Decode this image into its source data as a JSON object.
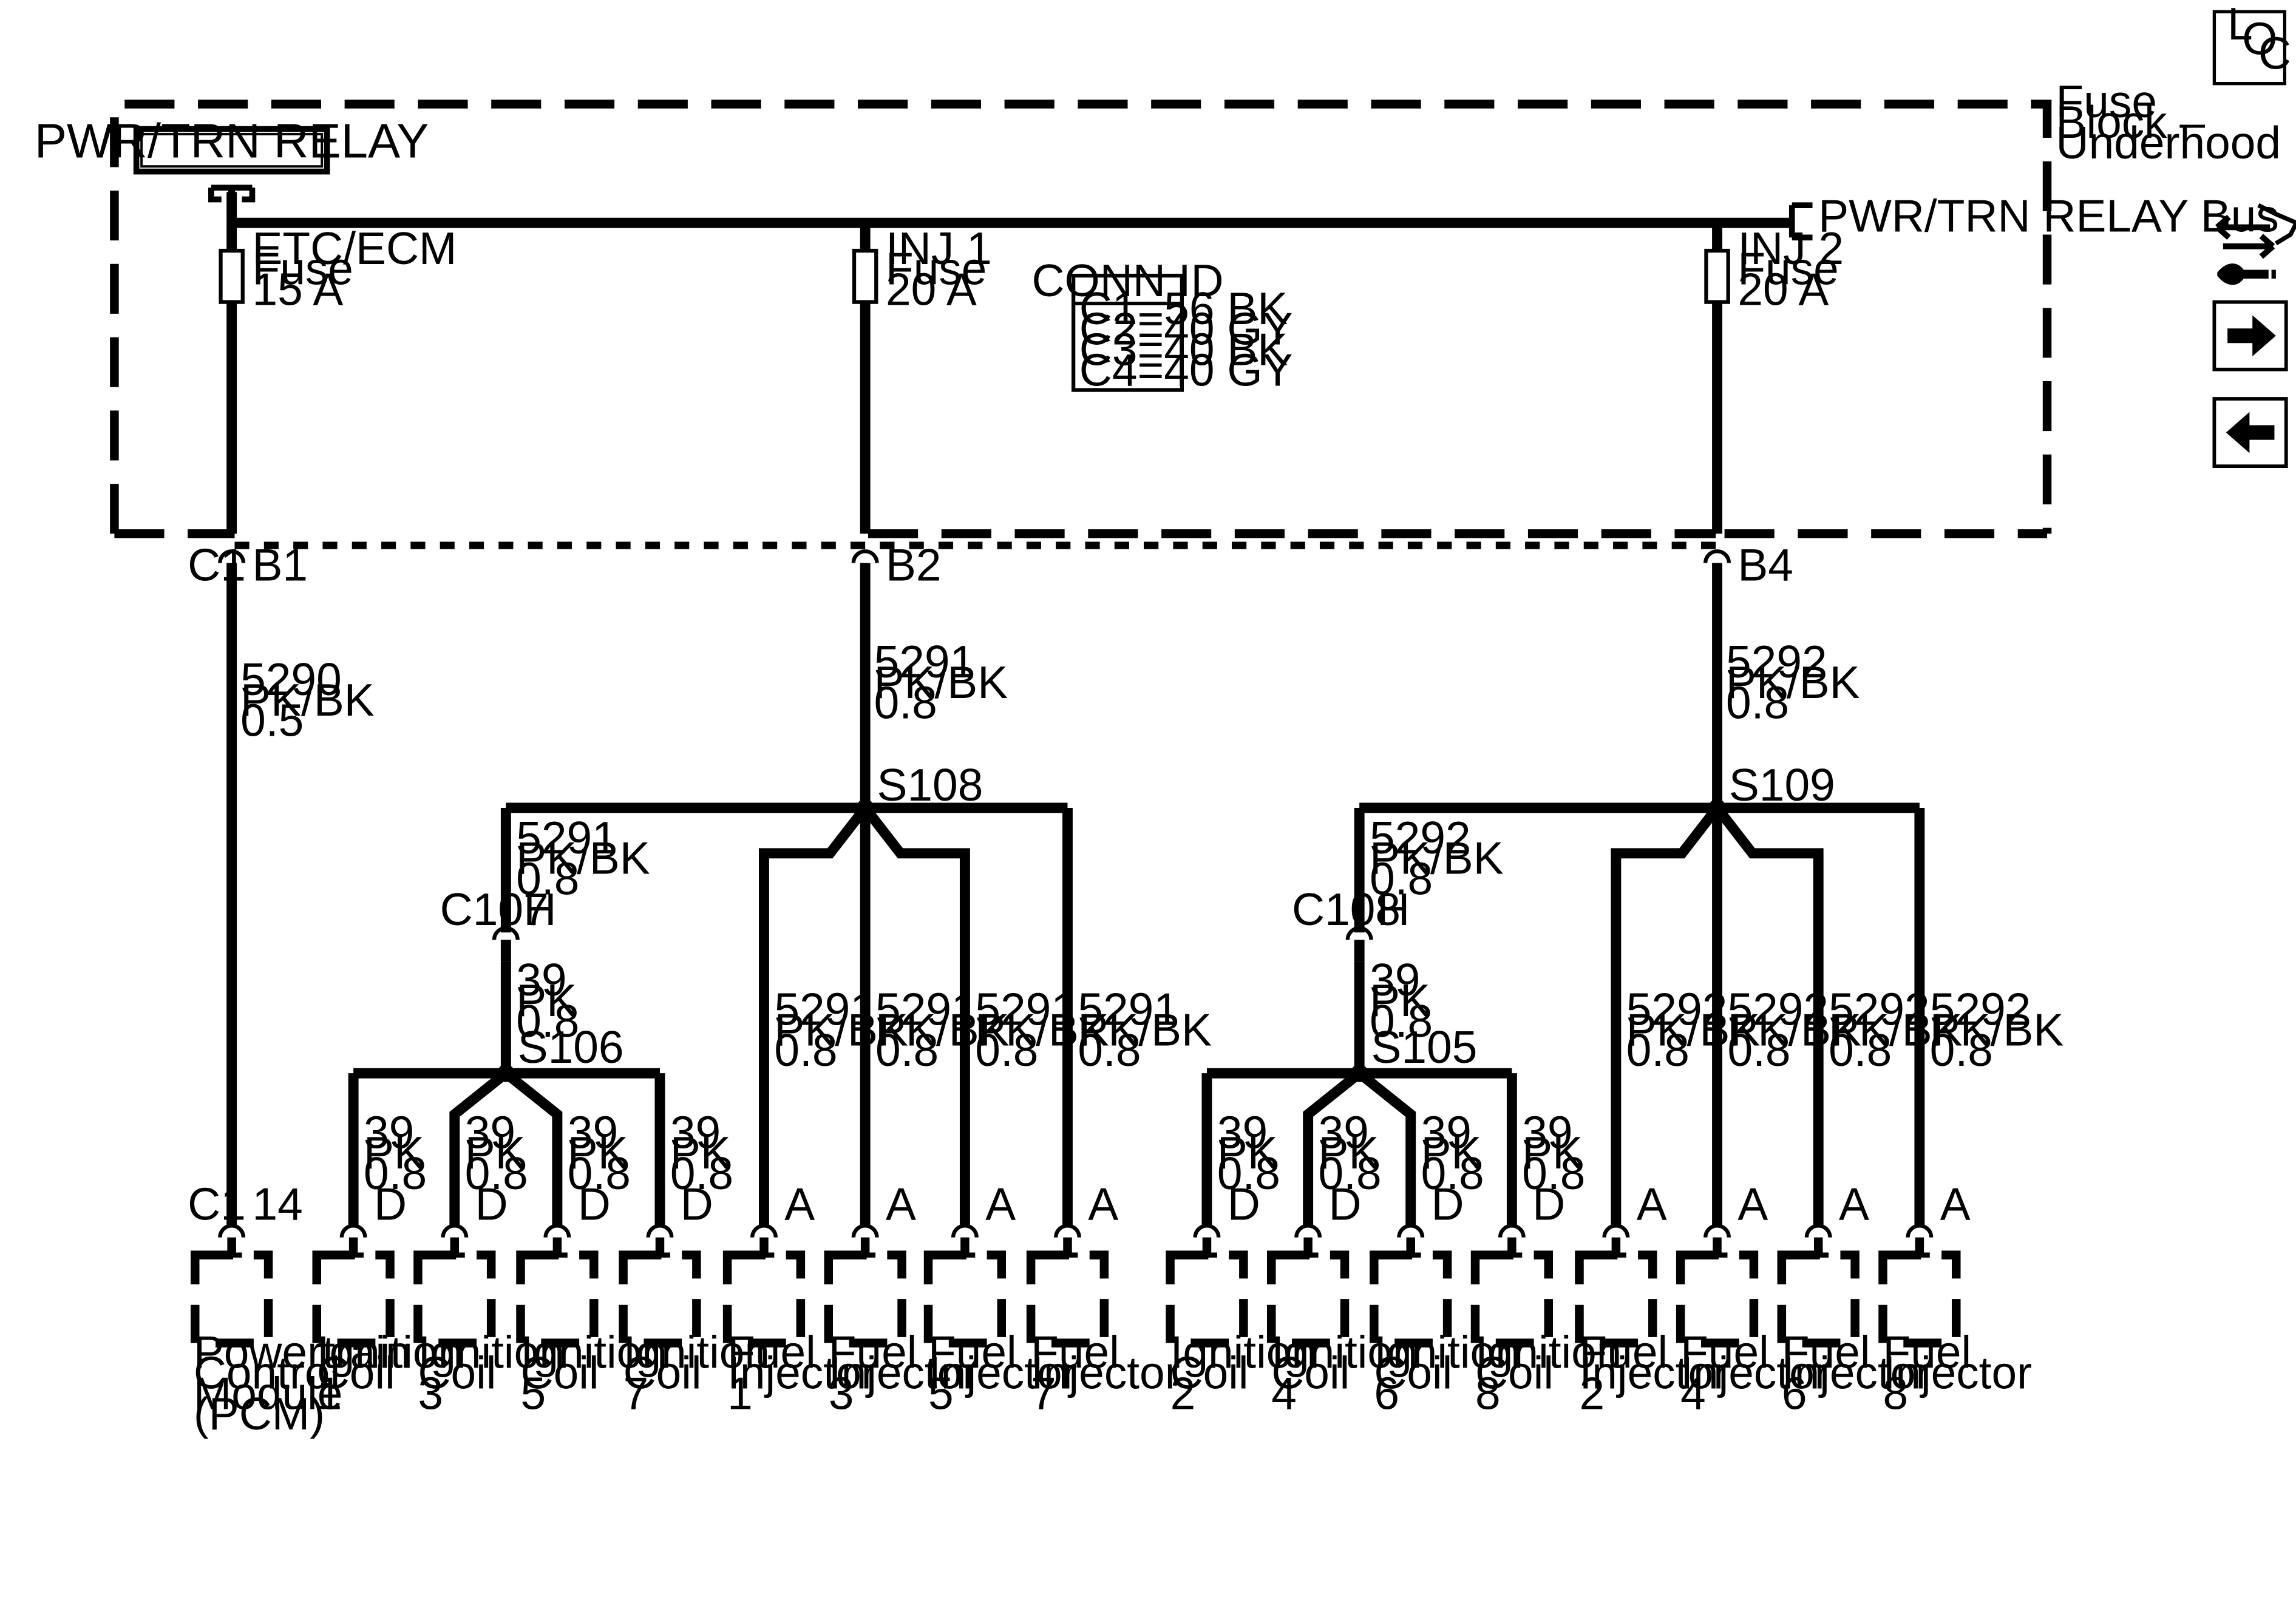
{
  "fuse_block": {
    "label": [
      "Fuse",
      "Block –",
      "Underhood"
    ]
  },
  "relay": {
    "label": "PWR/TRN RELAY"
  },
  "bus": {
    "label": "PWR/TRN RELAY Bus"
  },
  "fuses": [
    {
      "label": [
        "ETC/ECM",
        "Fuse",
        "15 A"
      ]
    },
    {
      "label": [
        "INJ 1",
        "Fuse",
        "20 A"
      ]
    },
    {
      "label": [
        "INJ 2",
        "Fuse",
        "20 A"
      ]
    }
  ],
  "conn_id": {
    "title": "CONN ID",
    "rows": [
      "C1=56 BK",
      "C2=40 GY",
      "C3=40 BK",
      "C4=40 GY"
    ]
  },
  "block_connector": {
    "name": "C1",
    "pins": [
      "B1",
      "B2",
      "B4"
    ]
  },
  "feed_wires": [
    {
      "label": [
        "5290",
        "PK/BK",
        "0.5"
      ]
    },
    {
      "label": [
        "5291",
        "PK/BK",
        "0.8"
      ]
    },
    {
      "label": [
        "5292",
        "PK/BK",
        "0.8"
      ]
    }
  ],
  "splices": [
    "S108",
    "S109",
    "S106",
    "S105"
  ],
  "inline_connectors": [
    {
      "name": "C107",
      "pin": "H",
      "wire_in": [
        "5291",
        "PK/BK",
        "0.8"
      ],
      "wire_out": [
        "39",
        "PK",
        "0.8"
      ]
    },
    {
      "name": "C108",
      "pin": "H",
      "wire_in": [
        "5292",
        "PK/BK",
        "0.8"
      ],
      "wire_out": [
        "39",
        "PK",
        "0.8"
      ]
    }
  ],
  "pcm": {
    "connector": "C1",
    "pin": "14",
    "label": [
      "Powertrain",
      "Control",
      "Module",
      "(PCM)"
    ]
  },
  "components": [
    {
      "wire": [
        "39",
        "PK",
        "0.8"
      ],
      "pin": "D",
      "label": [
        "Ignition",
        "Coil",
        "1"
      ]
    },
    {
      "wire": [
        "39",
        "PK",
        "0.8"
      ],
      "pin": "D",
      "label": [
        "Ignition",
        "Coil",
        "3"
      ]
    },
    {
      "wire": [
        "39",
        "PK",
        "0.8"
      ],
      "pin": "D",
      "label": [
        "Ignition",
        "Coil",
        "5"
      ]
    },
    {
      "wire": [
        "39",
        "PK",
        "0.8"
      ],
      "pin": "D",
      "label": [
        "Ignition",
        "Coil",
        "7"
      ]
    },
    {
      "wire": [
        "5291",
        "PK/BK",
        "0.8"
      ],
      "pin": "A",
      "label": [
        "Fuel",
        "Injector",
        "1"
      ]
    },
    {
      "wire": [
        "5291",
        "PK/BK",
        "0.8"
      ],
      "pin": "A",
      "label": [
        "Fuel",
        "Injector",
        "3"
      ]
    },
    {
      "wire": [
        "5291",
        "PK/BK",
        "0.8"
      ],
      "pin": "A",
      "label": [
        "Fuel",
        "Injector",
        "5"
      ]
    },
    {
      "wire": [
        "5291",
        "PK/BK",
        "0.8"
      ],
      "pin": "A",
      "label": [
        "Fuel",
        "Injector",
        "7"
      ]
    },
    {
      "wire": [
        "39",
        "PK",
        "0.8"
      ],
      "pin": "D",
      "label": [
        "Ignition",
        "Coil",
        "2"
      ]
    },
    {
      "wire": [
        "39",
        "PK",
        "0.8"
      ],
      "pin": "D",
      "label": [
        "Ignition",
        "Coil",
        "4"
      ]
    },
    {
      "wire": [
        "39",
        "PK",
        "0.8"
      ],
      "pin": "D",
      "label": [
        "Ignition",
        "Coil",
        "6"
      ]
    },
    {
      "wire": [
        "39",
        "PK",
        "0.8"
      ],
      "pin": "D",
      "label": [
        "Ignition",
        "Coil",
        "8"
      ]
    },
    {
      "wire": [
        "5292",
        "PK/BK",
        "0.8"
      ],
      "pin": "A",
      "label": [
        "Fuel",
        "Injector",
        "2"
      ]
    },
    {
      "wire": [
        "5292",
        "PK/BK",
        "0.8"
      ],
      "pin": "A",
      "label": [
        "Fuel",
        "Injector",
        "4"
      ]
    },
    {
      "wire": [
        "5292",
        "PK/BK",
        "0.8"
      ],
      "pin": "A",
      "label": [
        "Fuel",
        "Injector",
        "6"
      ]
    },
    {
      "wire": [
        "5292",
        "PK/BK",
        "0.8"
      ],
      "pin": "A",
      "label": [
        "Fuel",
        "Injector",
        "8"
      ]
    }
  ],
  "nav": {
    "loc": [
      "L",
      "O",
      "C"
    ],
    "icons": [
      "connector-end-view-icon",
      "next-page-icon",
      "previous-page-icon"
    ]
  }
}
